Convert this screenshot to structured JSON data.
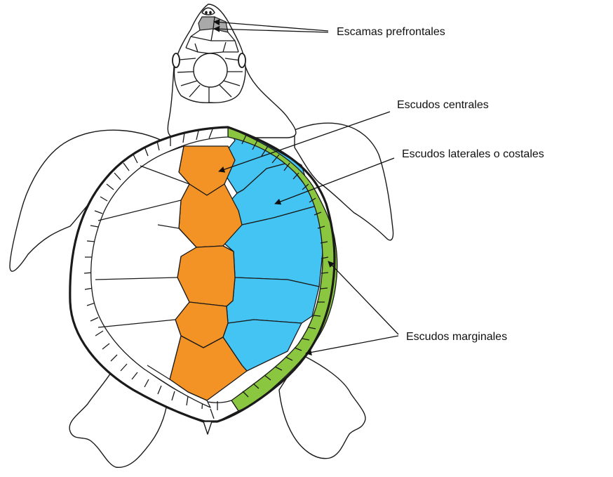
{
  "labels": {
    "prefrontal": "Escamas prefrontales",
    "vertebral": "Escudos centrales",
    "costal": "Escudos laterales o costales",
    "marginal": "Escudos marginales"
  },
  "colors": {
    "vertebral": "#f39325",
    "costal": "#44c4f2",
    "marginal": "#8ac63f",
    "prefrontal": "#a9a9a9",
    "outline": "#1a1a1a",
    "background": "#ffffff"
  }
}
